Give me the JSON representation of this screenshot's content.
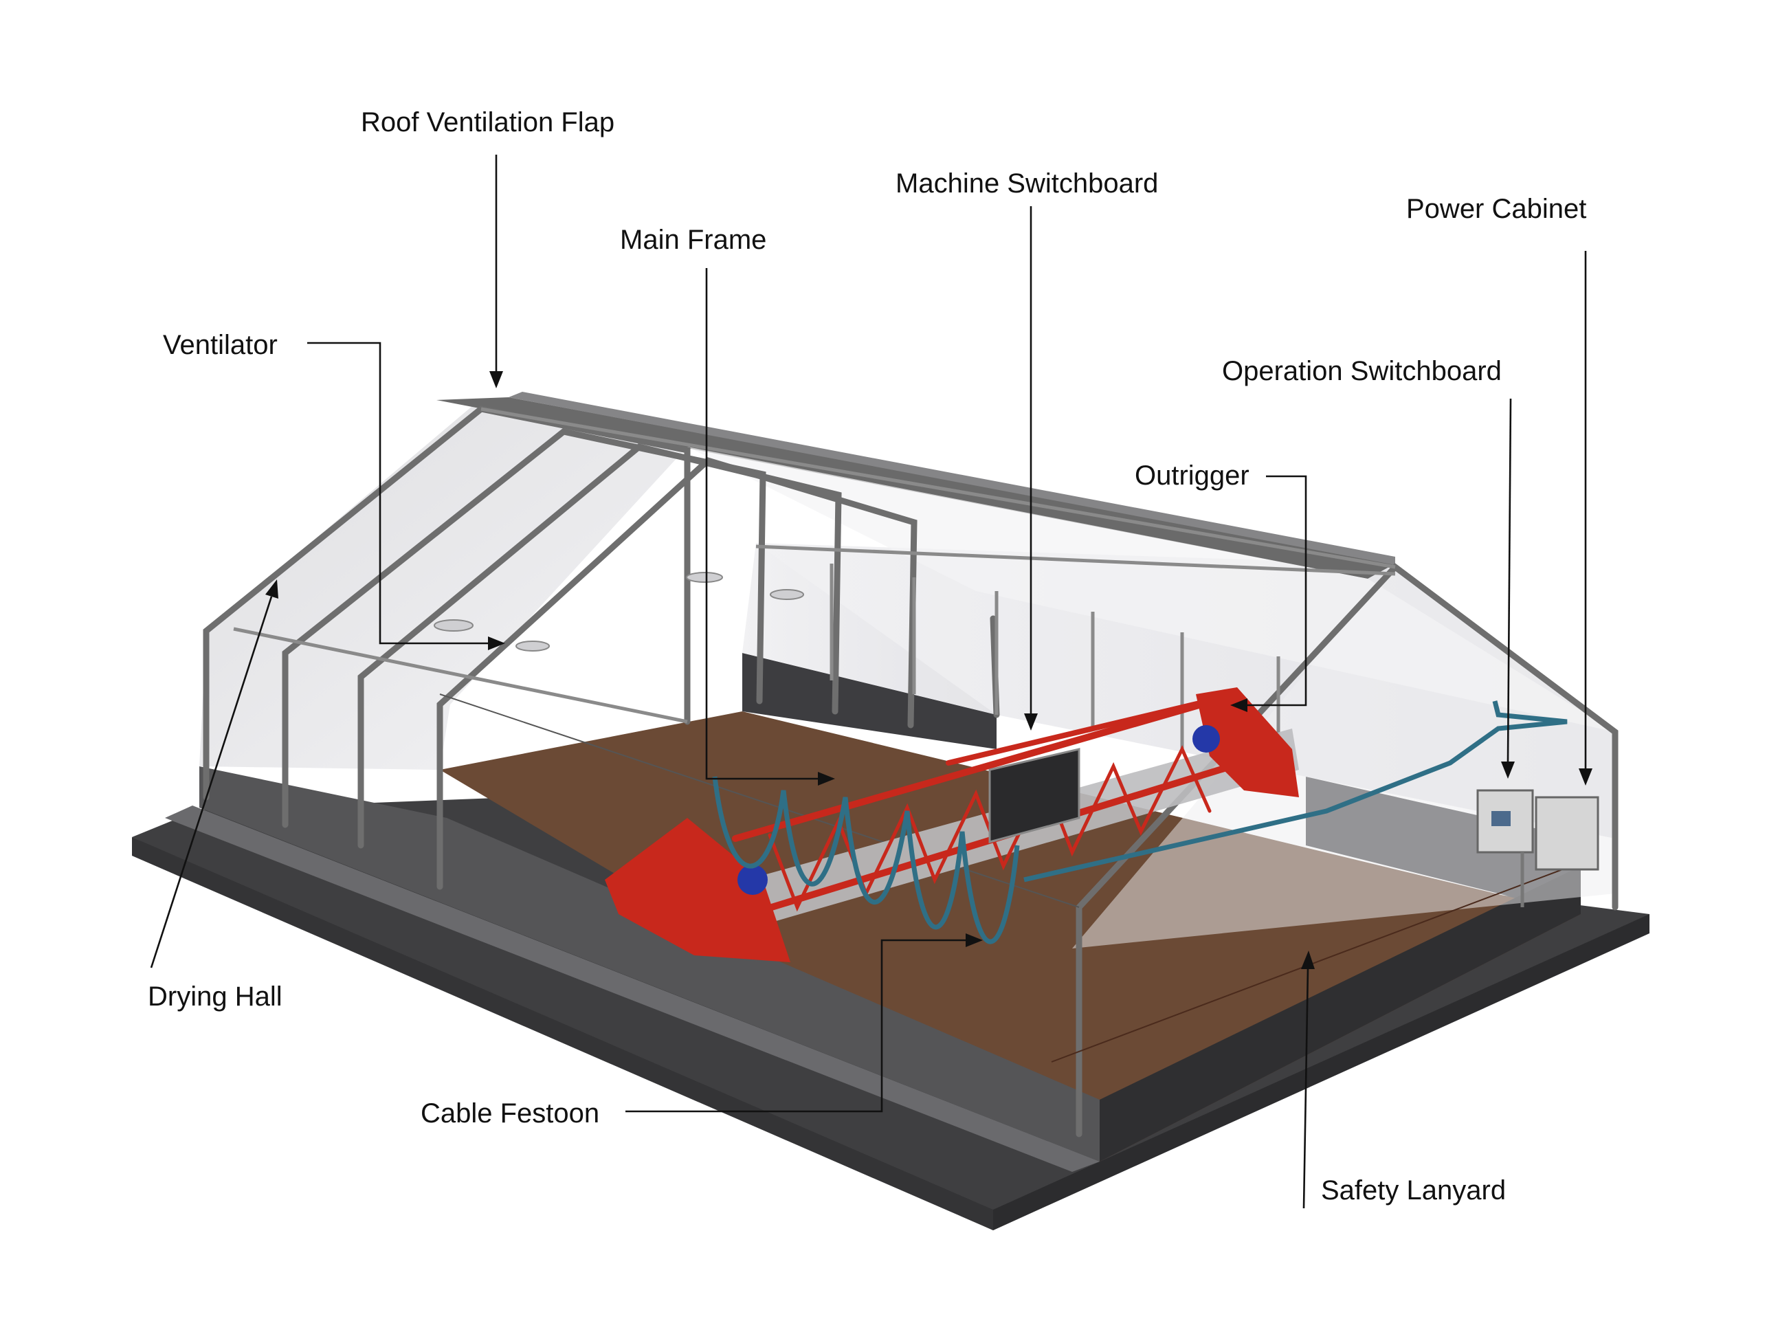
{
  "labels": {
    "roof_ventilation_flap": "Roof Ventilation Flap",
    "machine_switchboard": "Machine Switchboard",
    "main_frame": "Main Frame",
    "power_cabinet": "Power Cabinet",
    "ventilator": "Ventilator",
    "operation_switchboard": "Operation Switchboard",
    "outrigger": "Outrigger",
    "drying_hall": "Drying Hall",
    "cable_festoon": "Cable Festoon",
    "safety_lanyard": "Safety Lanyard"
  },
  "colors": {
    "floor": "#6b4a35",
    "base": "#3f3f41",
    "curb": "#555557",
    "roof_panel": "#6a6a6a",
    "wall_film": "#e9e9ec",
    "machine_red": "#c8281c",
    "motor_blue": "#2438a8",
    "cable": "#2f6f86",
    "cabinet": "#d6d6d6"
  }
}
